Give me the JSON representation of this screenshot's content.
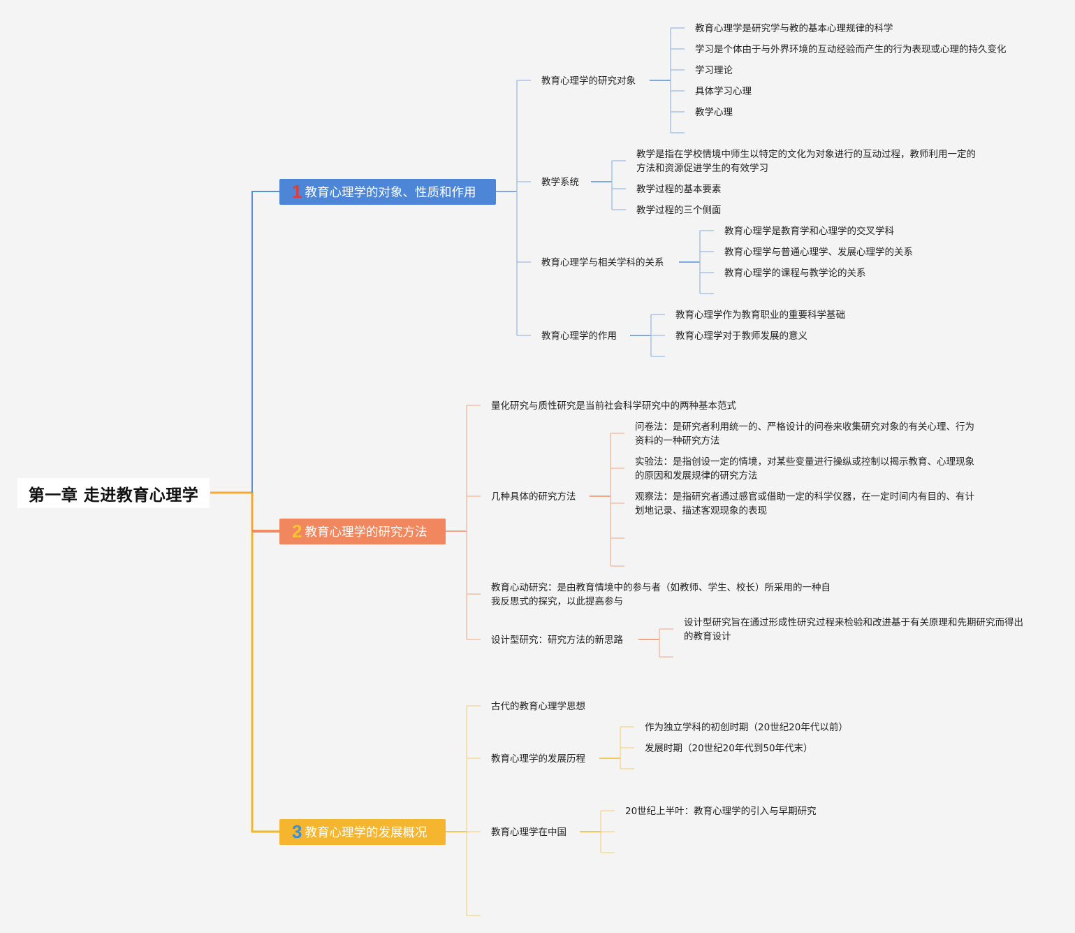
{
  "root": {
    "title": "第一章 走进教育心理学"
  },
  "colors": {
    "root_line": "#f5a934",
    "b1": "#4d86d6",
    "b1_line": "#5a8fd1",
    "b1_light": "#9bbbe5",
    "b1_num": "#e23c3c",
    "b2": "#f0875e",
    "b2_line": "#ef8b63",
    "b2_light": "#f4b59b",
    "b2_num": "#f5c233",
    "b3": "#f5b52f",
    "b3_line": "#f2b52c",
    "b3_light": "#f5d48b",
    "b3_num": "#3a8fd8"
  },
  "branches": [
    {
      "num": "1",
      "label": "教育心理学的对象、性质和作用",
      "children": [
        {
          "label": "教育心理学的研究对象",
          "children": [
            "教育心理学是研究学与教的基本心理规律的科学",
            "学习是个体由于与外界环境的互动经验而产生的行为表现或心理的持久变化",
            "学习理论",
            "具体学习心理",
            "教学心理"
          ]
        },
        {
          "label": "教学系统",
          "children": [
            "教学是指在学校情境中师生以特定的文化为对象进行的互动过程，教师利用一定的方法和资源促进学生的有效学习",
            "教学过程的基本要素",
            "教学过程的三个侧面"
          ]
        },
        {
          "label": "教育心理学与相关学科的关系",
          "children": [
            "教育心理学是教育学和心理学的交叉学科",
            "教育心理学与普通心理学、发展心理学的关系",
            "教育心理学的课程与教学论的关系"
          ]
        },
        {
          "label": "教育心理学的作用",
          "children": [
            "教育心理学作为教育职业的重要科学基础",
            "教育心理学对于教师发展的意义"
          ]
        }
      ]
    },
    {
      "num": "2",
      "label": "教育心理学的研究方法",
      "children": [
        {
          "label": "量化研究与质性研究是当前社会科学研究中的两种基本范式"
        },
        {
          "label": "几种具体的研究方法",
          "children": [
            "问卷法：是研究者利用统一的、严格设计的问卷来收集研究对象的有关心理、行为资料的一种研究方法",
            "实验法：是指创设一定的情境，对某些变量进行操纵或控制以揭示教育、心理现象的原因和发展规律的研究方法",
            "观察法：是指研究者通过感官或借助一定的科学仪器，在一定时间内有目的、有计划地记录、描述客观现象的表现"
          ]
        },
        {
          "label": "教育心动研究：是由教育情境中的参与者（如教师、学生、校长）所采用的一种自我反思式的探究，以此提高参与"
        },
        {
          "label": "设计型研究：研究方法的新思路",
          "children": [
            "设计型研究旨在通过形成性研究过程来检验和改进基于有关原理和先期研究而得出的教育设计"
          ]
        }
      ]
    },
    {
      "num": "3",
      "label": "教育心理学的发展概况",
      "children": [
        {
          "label": "古代的教育心理学思想"
        },
        {
          "label": "教育心理学的发展历程",
          "children": [
            "作为独立学科的初创时期（20世纪20年代以前）",
            "发展时期（20世纪20年代到50年代末）"
          ]
        },
        {
          "label": "教育心理学在中国",
          "children": [
            "20世纪上半叶：教育心理学的引入与早期研究"
          ]
        }
      ]
    }
  ]
}
